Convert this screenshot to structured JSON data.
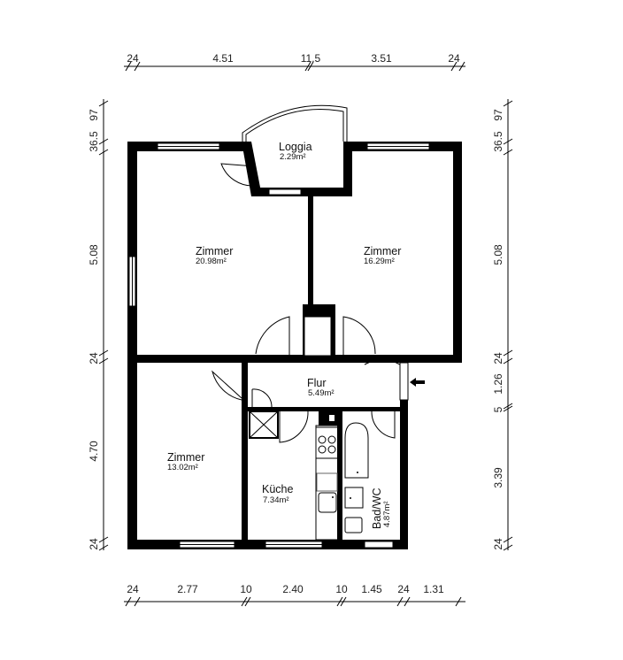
{
  "plan": {
    "rooms": [
      {
        "name": "Loggia",
        "area": "2.29m²"
      },
      {
        "name": "Zimmer",
        "area": "20.98m²"
      },
      {
        "name": "Zimmer",
        "area": "16.29m²"
      },
      {
        "name": "Flur",
        "area": "5.49m²"
      },
      {
        "name": "Zimmer",
        "area": "13.02m²"
      },
      {
        "name": "Küche",
        "area": "7.34m²"
      },
      {
        "name": "Bad/WC",
        "area": "4.87m²"
      }
    ],
    "dimensions": {
      "top": [
        "24",
        "4.51",
        "11.5",
        "3.51",
        "24"
      ],
      "bottom": [
        "24",
        "2.77",
        "10",
        "2.40",
        "10",
        "1.45",
        "24",
        "1.31"
      ],
      "left": [
        "97",
        "36.5",
        "5.08",
        "24",
        "4.70",
        "24"
      ],
      "right": [
        "97",
        "36.5",
        "5.08",
        "24",
        "1.26",
        "5",
        "3.39",
        "24"
      ]
    },
    "entrance_icon": "arrow-left-icon",
    "wall_color": "#000000"
  }
}
